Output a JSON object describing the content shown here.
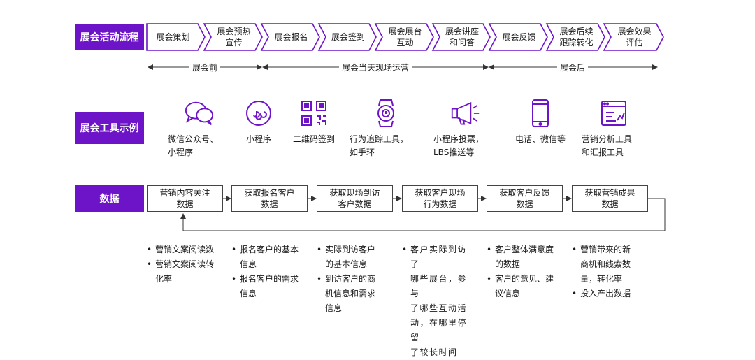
{
  "colors": {
    "accent": "#6e14c8",
    "line": "#444444"
  },
  "rows": {
    "process_label": "展会活动流程",
    "tools_label": "展会工具示例",
    "data_label": "数据"
  },
  "stages": [
    "展会策划",
    "展会预热\n宣传",
    "展会报名",
    "展会签到",
    "展会展台\n互动",
    "展会讲座\n和问答",
    "展会反馈",
    "展会后续\n跟踪转化",
    "展会效果\n评估"
  ],
  "phases": [
    "展会前",
    "展会当天现场运营",
    "展会后"
  ],
  "tools": [
    {
      "icon": "wechat-chat-bubbles-icon",
      "caption": "微信公众号、\n小程序"
    },
    {
      "icon": "mini-program-icon",
      "caption": "小程序"
    },
    {
      "icon": "qr-code-icon",
      "caption": "二维码签到"
    },
    {
      "icon": "smart-wristband-icon",
      "caption": "行为追踪工具，\n如手环"
    },
    {
      "icon": "megaphone-icon",
      "caption": "小程序投票，\nLBS推送等"
    },
    {
      "icon": "mobile-phone-icon",
      "caption": "电话、微信等"
    },
    {
      "icon": "analytics-dashboard-icon",
      "caption": "营销分析工具\n和汇报工具"
    }
  ],
  "data_boxes": [
    "营销内容关注\n数据",
    "获取报名客户\n数据",
    "获取现场到访\n客户数据",
    "获取客户现场\n行为数据",
    "获取客户反馈\n数据",
    "获取营销成果\n数据"
  ],
  "data_details": [
    [
      "营销文案阅读数",
      "营销文案阅读转\n化率"
    ],
    [
      "报名客户的基本\n信息",
      "报名客户的需求\n信息"
    ],
    [
      "实际到访客户\n的基本信息",
      "到访客户的商\n机信息和需求\n信息"
    ],
    [
      "客户实际到访了\n哪些展台，参与\n了哪些互动活\n动，在哪里停留\n了较长时间"
    ],
    [
      "客户整体满意度\n的数据",
      "客户的意见、建\n议信息"
    ],
    [
      "营销带来的新\n商机和线索数\n量，转化率",
      "投入产出数据"
    ]
  ]
}
